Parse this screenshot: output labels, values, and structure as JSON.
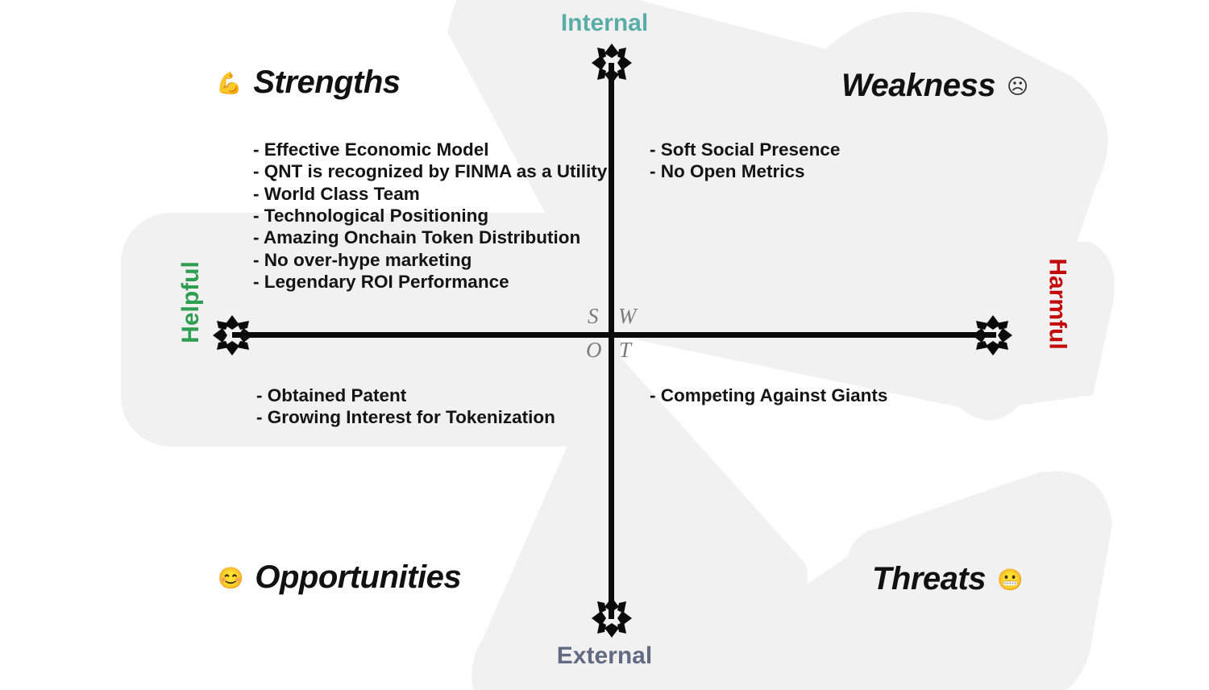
{
  "diagram": {
    "type": "swot-matrix",
    "center_letters": [
      "S",
      "W",
      "O",
      "T"
    ],
    "axes": {
      "top_label": "Internal",
      "bottom_label": "External",
      "left_label": "Helpful",
      "right_label": "Harmful",
      "top_color": "#5aada6",
      "bottom_color": "#636b83",
      "left_color": "#2f9e53",
      "right_color": "#c20a0a",
      "axis_color": "#0b0b0b",
      "marker_icon": "pinwheel-arrow-icon"
    },
    "petal_color": "#f2f1f2",
    "background_color": "#ffffff"
  },
  "quadrants": {
    "strengths": {
      "title": "Strengths",
      "emoji": "💪",
      "emoji_name": "flexed-biceps-emoji",
      "items": [
        "- Effective Economic Model",
        "- QNT is recognized by FINMA as a Utility",
        "- World Class Team",
        "- Technological Positioning",
        "- Amazing Onchain Token Distribution",
        "- No over-hype marketing",
        "- Legendary ROI Performance"
      ]
    },
    "weakness": {
      "title": "Weakness",
      "emoji": "☹",
      "emoji_name": "frowning-face-emoji",
      "items": [
        "- Soft Social Presence",
        "- No Open Metrics"
      ]
    },
    "opportunities": {
      "title": "Opportunities",
      "emoji": "😊",
      "emoji_name": "winking-face-emoji",
      "items": [
        "- Obtained Patent",
        "- Growing Interest for Tokenization"
      ]
    },
    "threats": {
      "title": "Threats",
      "emoji": "😬",
      "emoji_name": "grimacing-face-emoji",
      "items": [
        "- Competing Against Giants"
      ]
    }
  }
}
